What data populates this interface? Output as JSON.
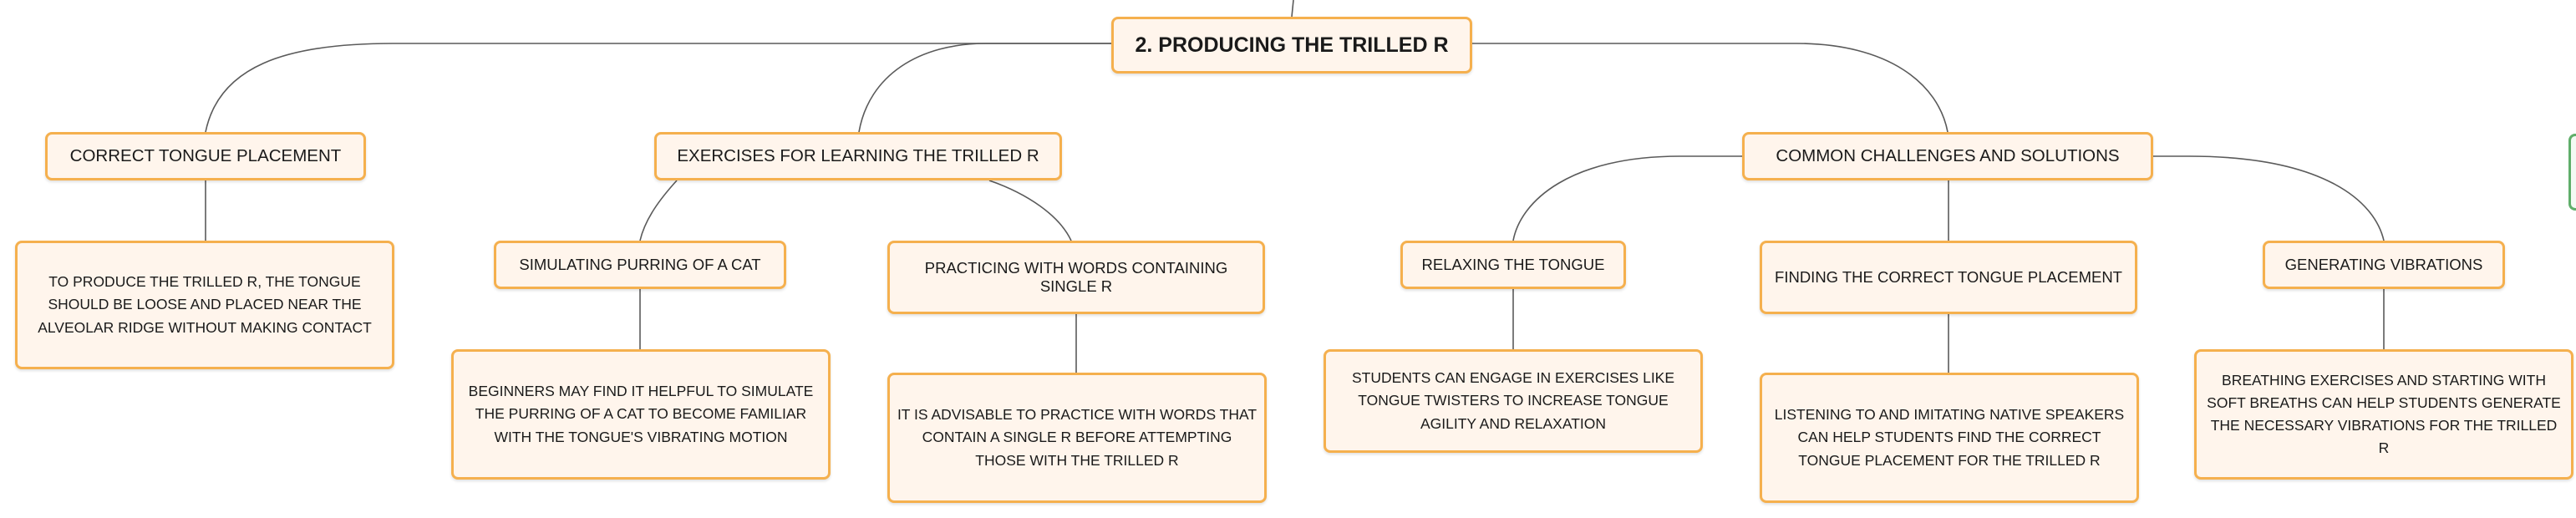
{
  "root": {
    "label": "2. PRODUCING THE TRILLED R"
  },
  "branches": {
    "tongue": {
      "label": "CORRECT TONGUE PLACEMENT",
      "detail": "TO PRODUCE THE TRILLED R, THE TONGUE SHOULD BE LOOSE AND PLACED NEAR THE ALVEOLAR RIDGE WITHOUT MAKING CONTACT"
    },
    "exercises": {
      "label": "EXERCISES FOR LEARNING THE TRILLED R",
      "children": {
        "purr": {
          "label": "SIMULATING PURRING OF A CAT",
          "detail": "BEGINNERS MAY FIND IT HELPFUL TO SIMULATE THE PURRING OF A CAT TO BECOME FAMILIAR WITH THE TONGUE'S VIBRATING MOTION"
        },
        "words": {
          "label": "PRACTICING WITH WORDS CONTAINING SINGLE R",
          "detail": "IT IS ADVISABLE TO PRACTICE WITH WORDS THAT CONTAIN A SINGLE R BEFORE ATTEMPTING THOSE WITH THE TRILLED R"
        }
      }
    },
    "challenges": {
      "label": "COMMON CHALLENGES AND SOLUTIONS",
      "children": {
        "relax": {
          "label": "RELAXING THE TONGUE",
          "detail": "STUDENTS CAN ENGAGE IN EXERCISES LIKE TONGUE TWISTERS TO INCREASE TONGUE AGILITY AND RELAXATION"
        },
        "find": {
          "label": "FINDING THE CORRECT TONGUE PLACEMENT",
          "detail": "LISTENING TO AND IMITATING NATIVE SPEAKERS CAN HELP STUDENTS FIND THE CORRECT TONGUE PLACEMENT FOR THE TRILLED R"
        },
        "vib": {
          "label": "GENERATING VIBRATIONS",
          "detail": "BREATHING EXERCISES AND STARTING WITH SOFT BREATHS CAN HELP STUDENTS GENERATE THE NECESSARY VIBRATIONS FOR THE TRILLED R"
        }
      }
    }
  },
  "colors": {
    "node_border": "#f5b04e",
    "node_fill": "#fff5ec",
    "connector": "#5a5a5a"
  }
}
